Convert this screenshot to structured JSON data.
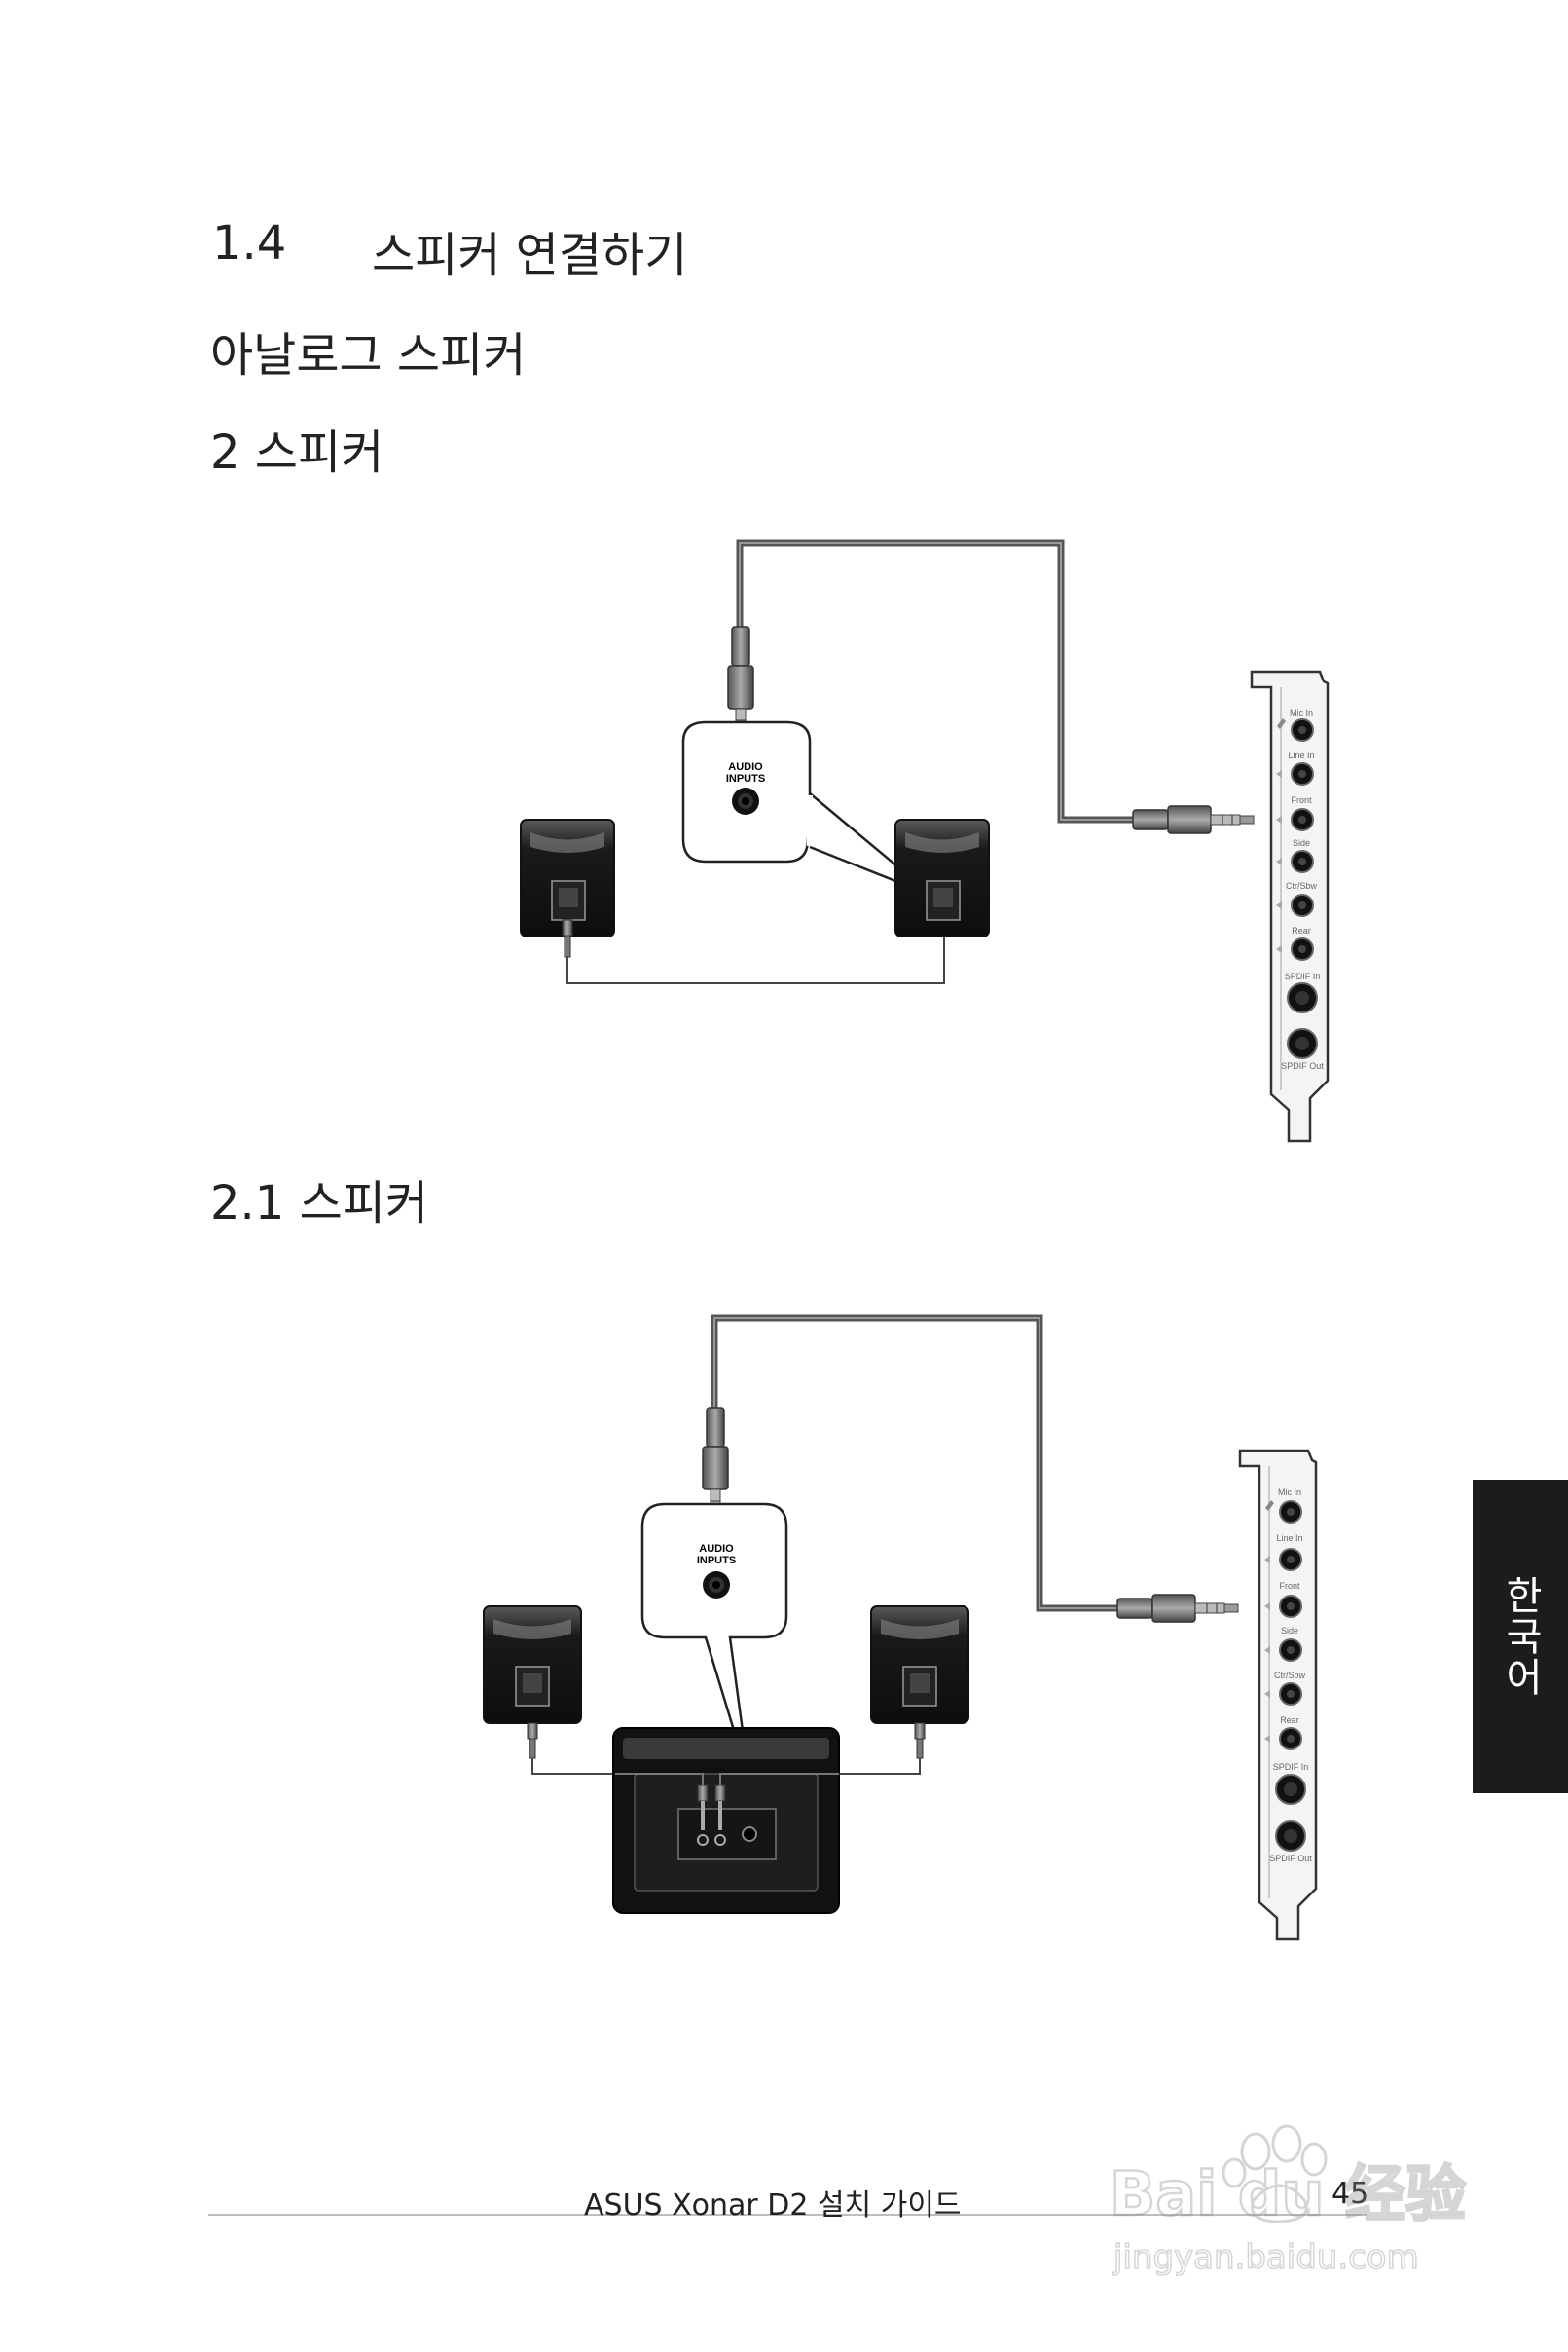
{
  "section": {
    "number": "1.4",
    "title": "스피커 연결하기"
  },
  "subheadings": {
    "analog": "아날로그 스피커",
    "two_speakers": "2 스피커",
    "two_one_speakers": "2.1 스피커"
  },
  "diagram": {
    "audio_inputs_line1": "AUDIO",
    "audio_inputs_line2": "INPUTS",
    "card_ports": [
      "Mic In",
      "Line In",
      "Front",
      "Side",
      "Ctr/Sbw",
      "Rear",
      "SPDIF In",
      "SPDIF Out"
    ]
  },
  "side_tab": "한국어",
  "footer": {
    "title": "ASUS Xonar D2 설치 가이드",
    "page": "45"
  },
  "watermark": {
    "logo": "Bai du 经验",
    "url": "jingyan.baidu.com"
  }
}
